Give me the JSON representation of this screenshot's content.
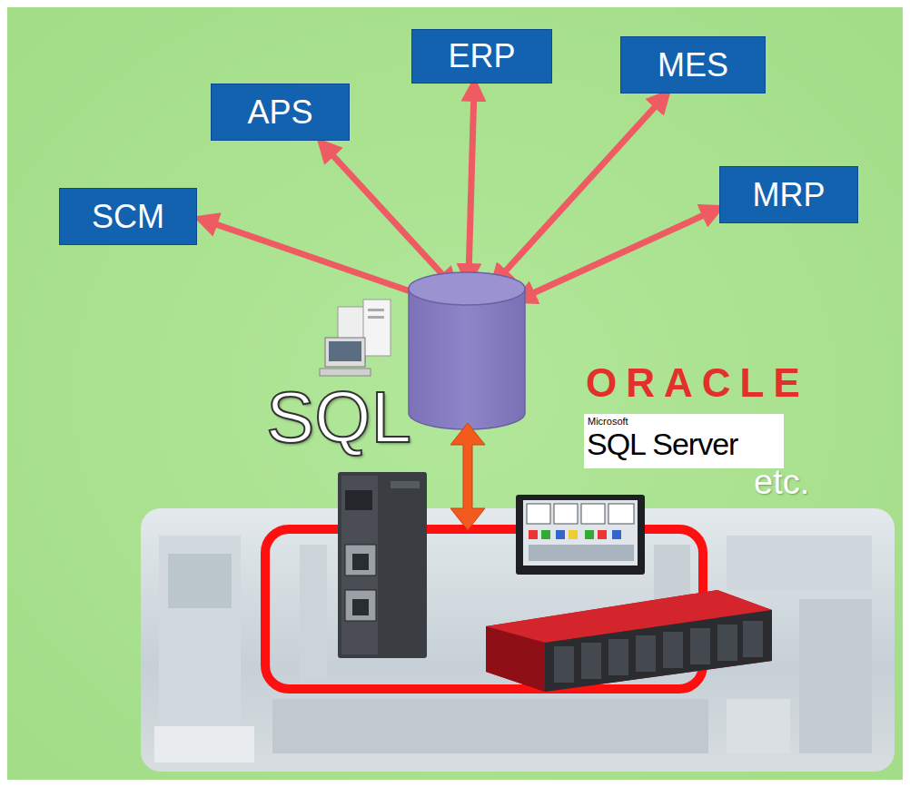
{
  "diagram": {
    "nodes": [
      {
        "text": [
          "SCM"
        ]
      },
      {
        "text": [
          "APS"
        ]
      },
      {
        "text": [
          "ERP"
        ]
      },
      {
        "text": [
          "MES"
        ]
      },
      {
        "text": [
          "MRP"
        ]
      }
    ],
    "labels": [
      "SQL",
      "ORACLE",
      "Microsoft",
      "SQL Server",
      "etc."
    ]
  }
}
